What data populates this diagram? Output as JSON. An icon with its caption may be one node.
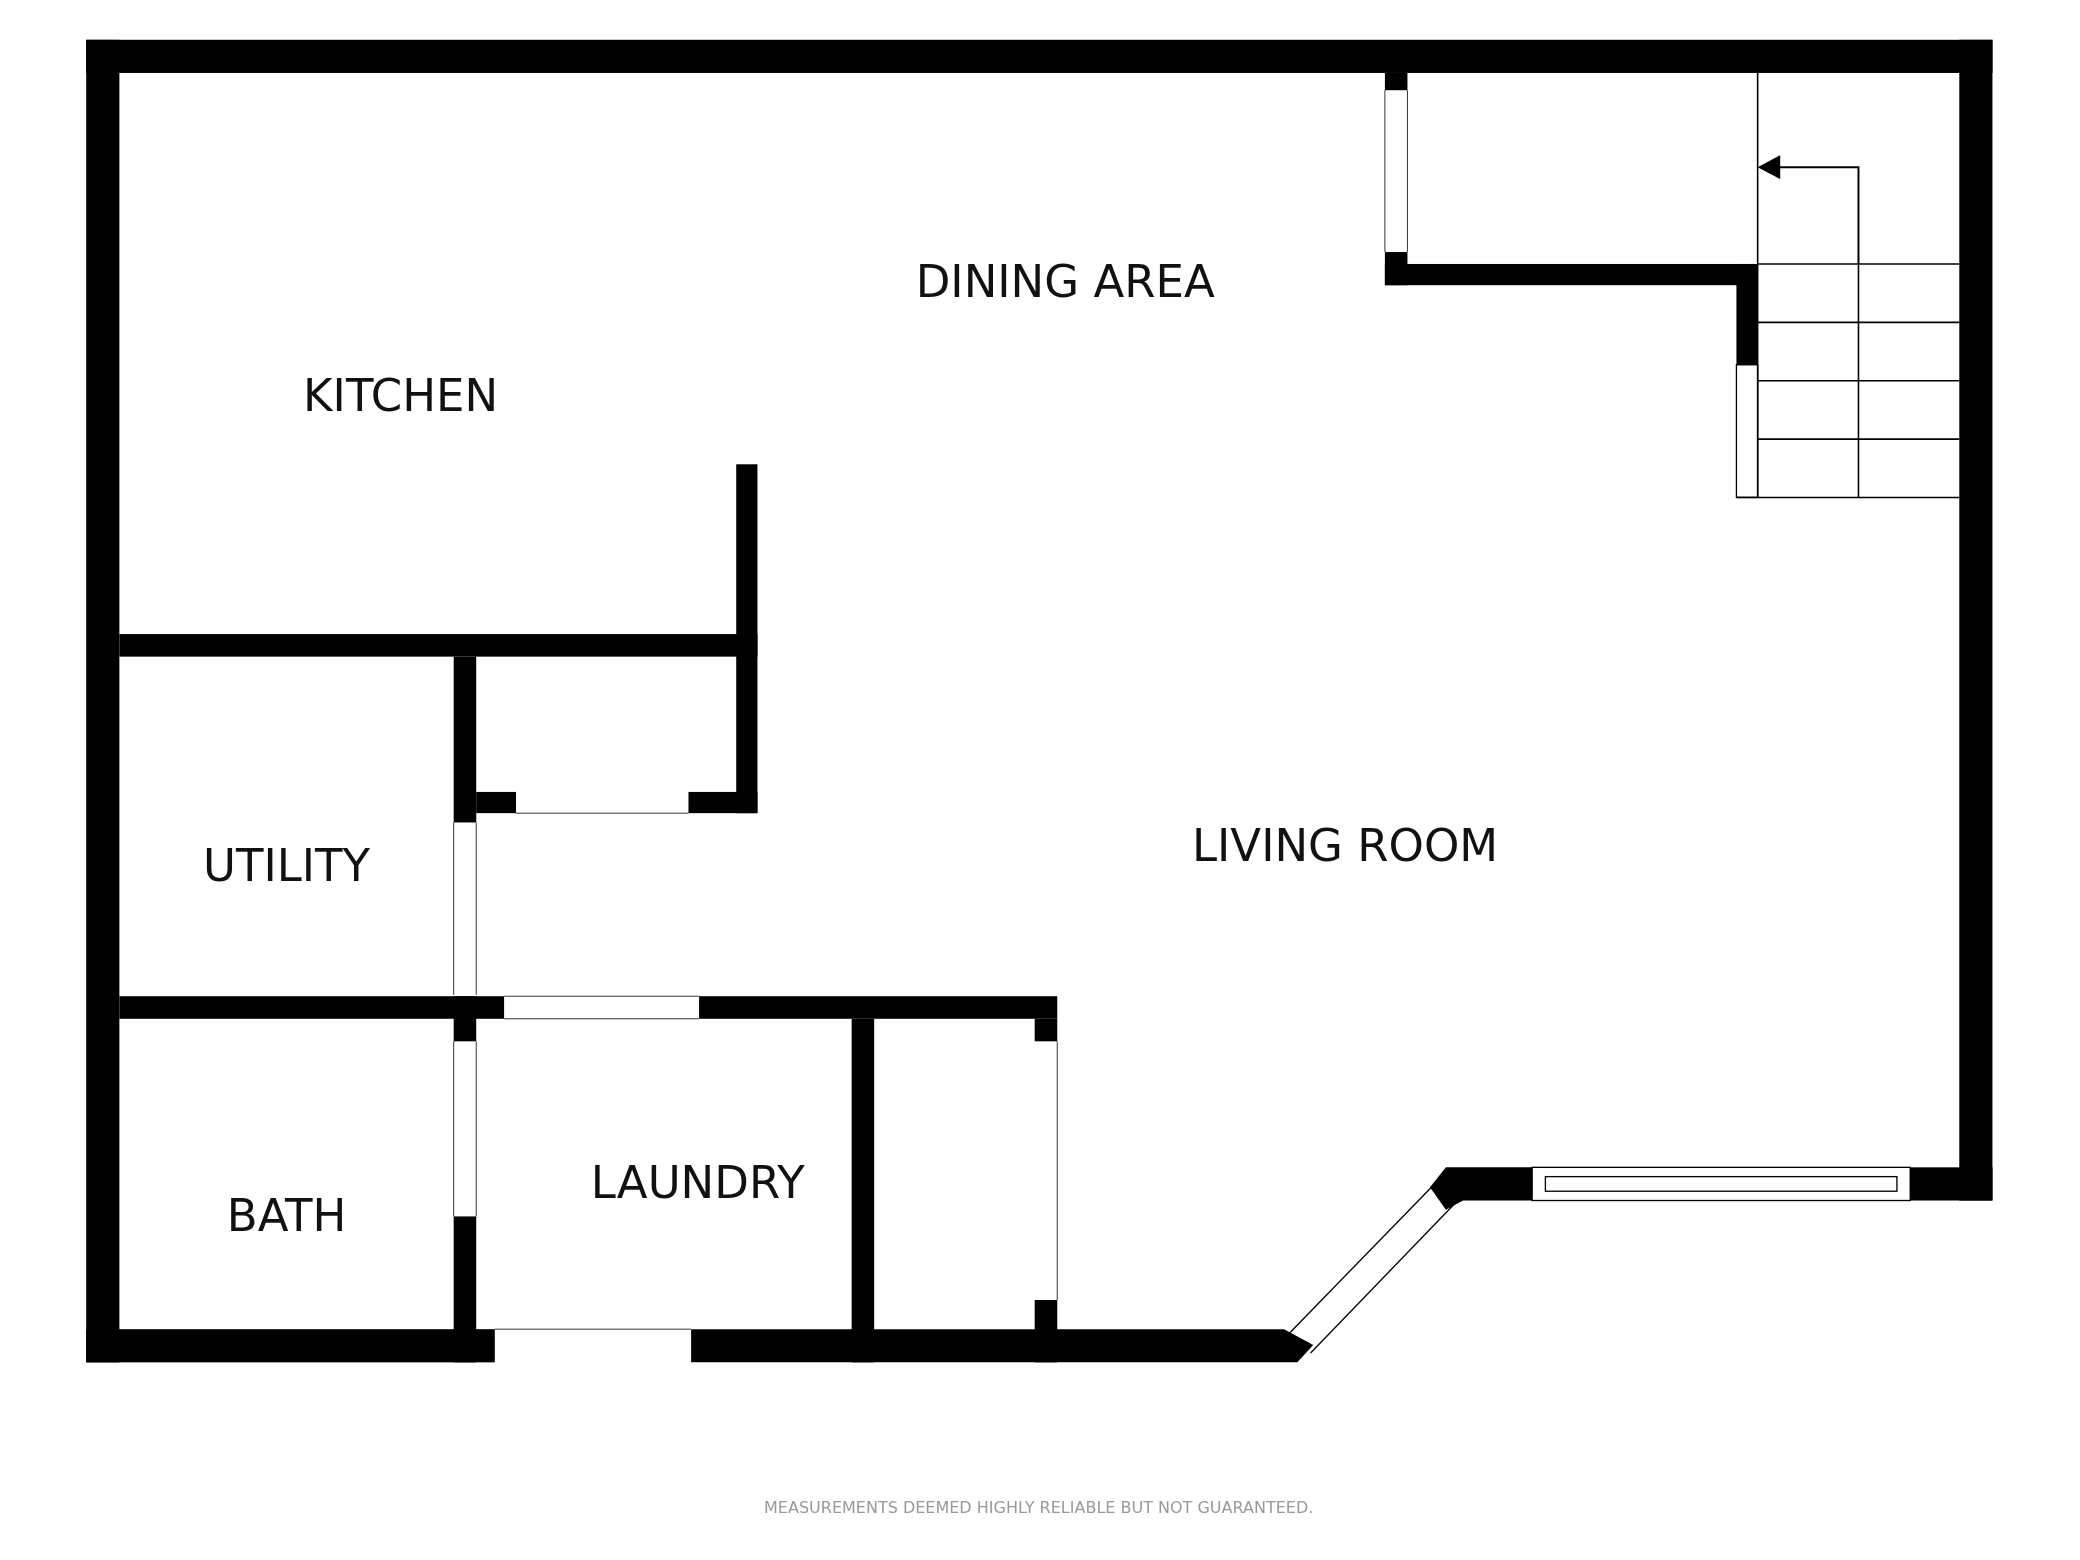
{
  "diagram": {
    "labels": [
      "DINING AREA",
      "KITCHEN",
      "LIVING ROOM",
      "UTILITY",
      "LAUNDRY",
      "BATH",
      "MEASUREMENTS DEEMED HIGHLY RELIABLE BUT NOT GUARANTEED."
    ]
  }
}
